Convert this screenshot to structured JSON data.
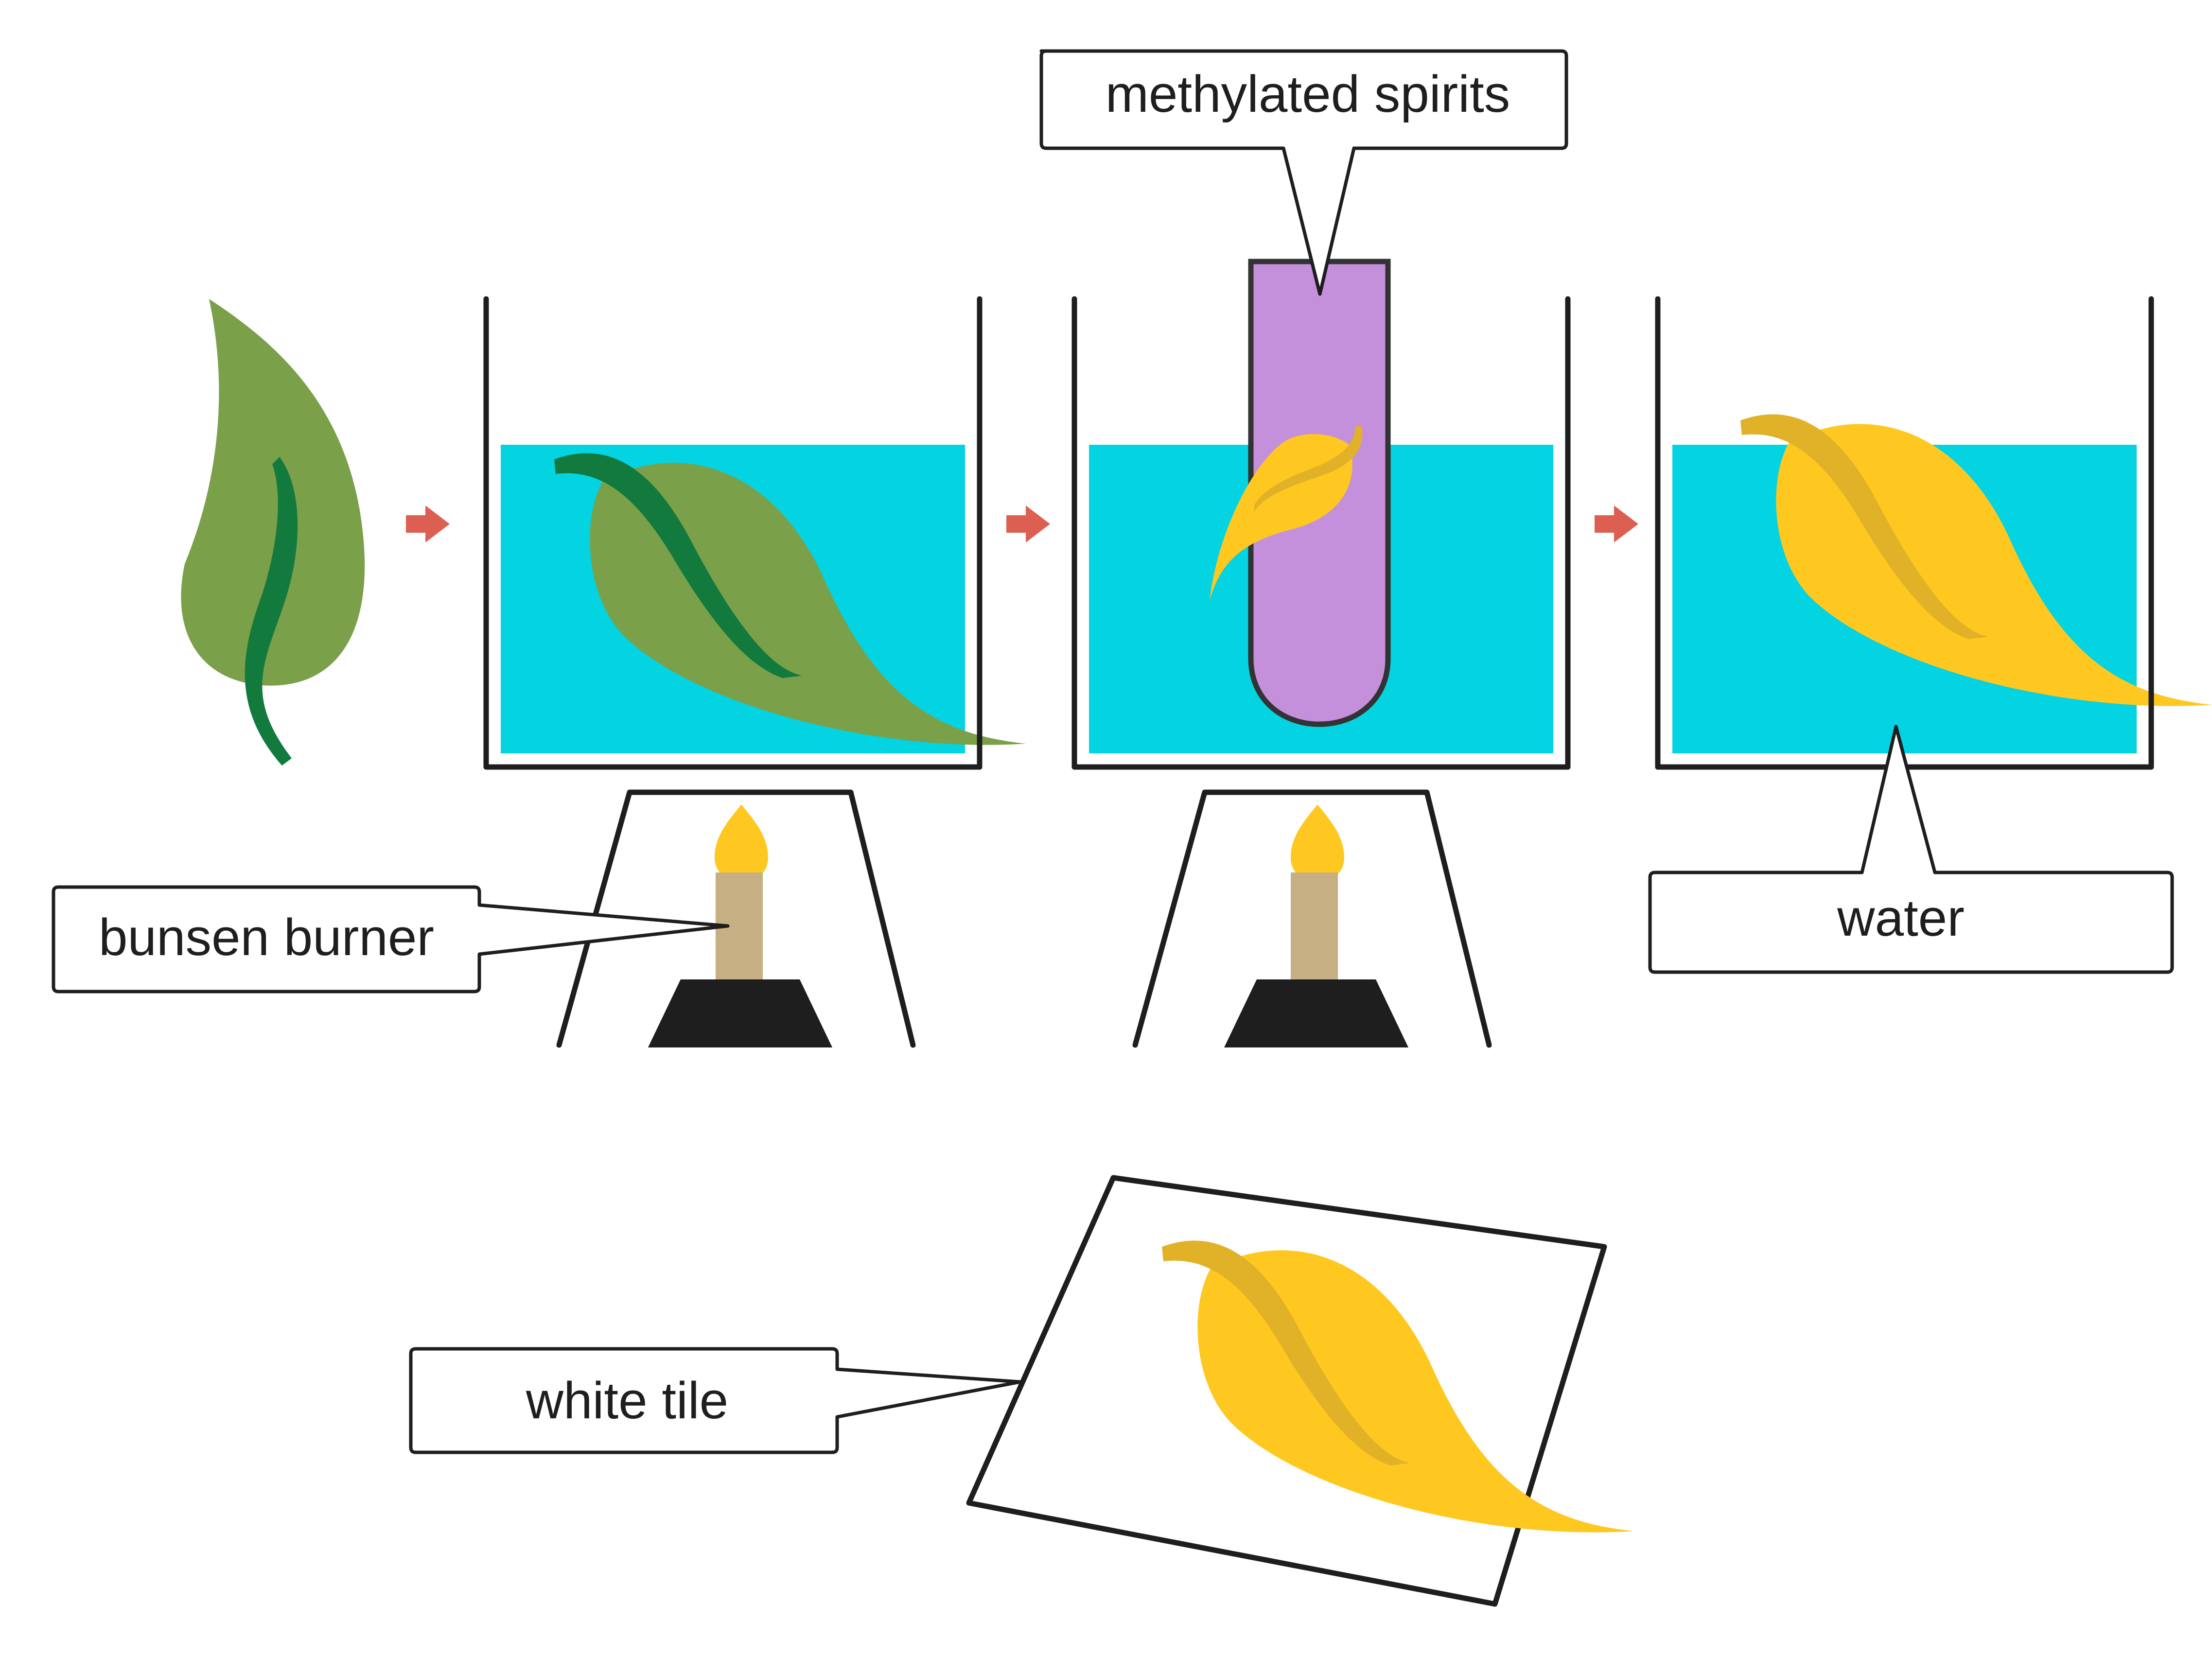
{
  "labels": {
    "methylated_spirits": "methylated spirits",
    "bunsen_burner": "bunsen burner",
    "water": "water",
    "white_tile": "white tile"
  },
  "colors": {
    "water": "#04d3e1",
    "green_leaf": "#7aa04a",
    "green_vein": "#137a3e",
    "yellow_leaf": "#fec821",
    "yellow_vein": "#e1b127",
    "test_tube": "#c590db",
    "flame": "#fec821",
    "burner_tube": "#c6af82",
    "burner_base": "#1e1e1e",
    "arrow": "#dd5f52",
    "outline": "#1e1e1e"
  },
  "icons": {
    "process_arrow": "right-arrow-icon",
    "flame": "flame-icon"
  }
}
